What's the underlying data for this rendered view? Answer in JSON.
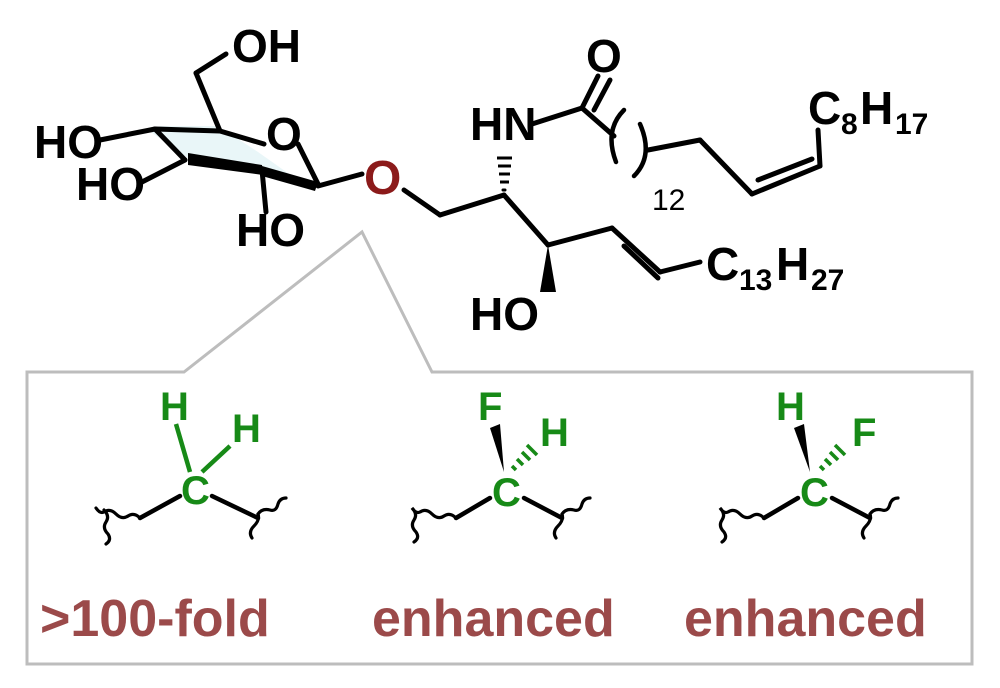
{
  "molecule": {
    "oh_top": "OH",
    "ring_o": "O",
    "ho_left_1": "HO",
    "ho_left_2": "HO",
    "ho_bottom": "HO",
    "glycosidic_o": "O",
    "nh": "HN",
    "carbonyl_o": "O",
    "chain_repeat": "12",
    "tail_c8": "C",
    "tail_c8_sub_c": "8",
    "tail_c8_h": "H",
    "tail_c8_sub_h": "17",
    "tail_c13": "C",
    "tail_c13_sub_c": "13",
    "tail_c13_h": "H",
    "tail_c13_sub_h": "27",
    "ho_sphingosine": "HO"
  },
  "variants": [
    {
      "top_left": "H",
      "top_right": "H",
      "center": "C",
      "label": ">100-fold"
    },
    {
      "top_left": "F",
      "top_right": "H",
      "center": "C",
      "label": "enhanced"
    },
    {
      "top_left": "H",
      "top_right": "F",
      "center": "C",
      "label": "enhanced"
    }
  ],
  "colors": {
    "highlight_o": "#8b1a1a",
    "substituent_green": "#178a17",
    "result_text": "#9b4a4a",
    "callout_border": "#bdbdbd",
    "ring_fill": "#e9f6f8"
  }
}
